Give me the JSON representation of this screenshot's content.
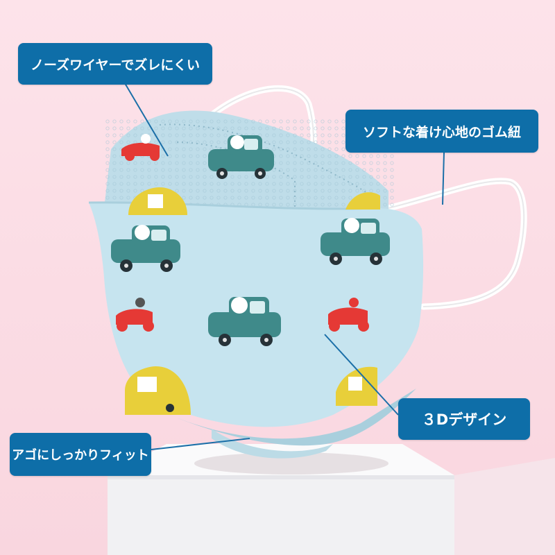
{
  "callouts": {
    "nose_wire": "ノーズワイヤーでズレにくい",
    "ear_loop": "ソフトな着け心地のゴム紐",
    "design_3d": "３Dデザイン",
    "chin_fit": "アゴにしっかりフィット"
  },
  "colors": {
    "background": "#fbdce5",
    "callout_bg": "#0e6ea8",
    "callout_text": "#ffffff",
    "mask_fabric": "#c6e4ef",
    "mask_shadow": "#a9cfdd",
    "pedestal": "#f2f2f4",
    "leader_line": "#1b6fa8",
    "ear_loop": "#ffffff"
  }
}
